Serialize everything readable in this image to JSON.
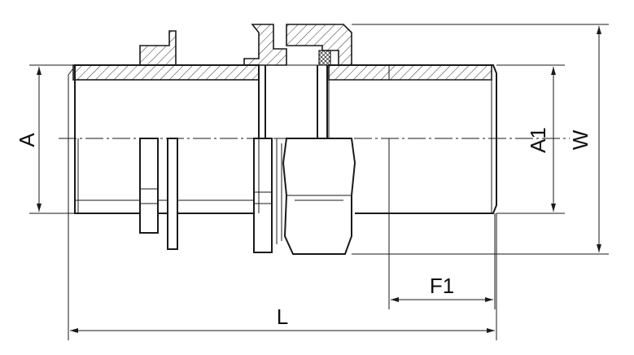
{
  "labels": {
    "A": "A",
    "A1": "A1",
    "W": "W",
    "F1": "F1",
    "L": "L"
  },
  "colors": {
    "line": "#1a1a1a",
    "background": "#ffffff"
  }
}
